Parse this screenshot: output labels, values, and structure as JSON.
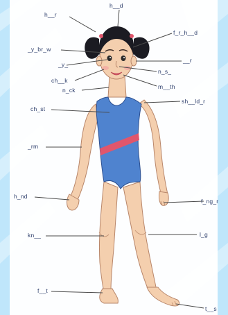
{
  "worksheet": {
    "labels": {
      "hair": "h__r",
      "head": "h__d",
      "forehead": "f_r_h__d",
      "eyebrow": "_y_br_w",
      "ear": "__r",
      "eye": "_y_",
      "nose": "n_s_",
      "cheek": "ch__k",
      "mouth": "m__th",
      "neck": "n_ck",
      "chest": "ch_st",
      "shoulder": "sh__ld_r",
      "arm": "_rm",
      "hand": "h_nd",
      "finger": "f_ng_r",
      "knee": "kn__",
      "leg": "l_g",
      "foot": "f__t",
      "toes": "t__s"
    },
    "colors": {
      "background": "#bfe6fb",
      "swimsuit": "#4f83cf",
      "stripe": "#e0566c",
      "skin": "#f4cfae",
      "hair": "#1b1b22",
      "leader_line": "#4a4a4a"
    }
  }
}
